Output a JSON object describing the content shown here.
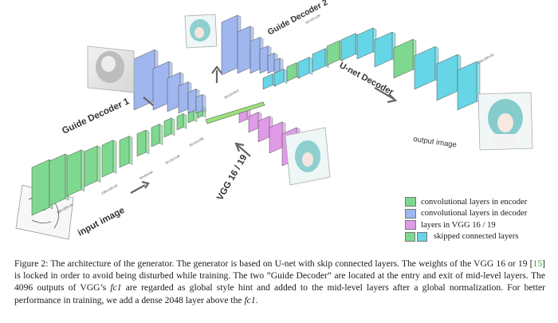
{
  "figure": {
    "labels": {
      "guide_decoder_1": "Guide Decoder 1",
      "guide_decoder_2": "Guide Decoder 2",
      "unet_decoder": "U-net Decoder",
      "vgg": "VGG 16 / 19",
      "input_image": "input image",
      "output_image": "output image"
    },
    "colors": {
      "encoder": "#7fd88f",
      "decoder": "#9fb7ee",
      "vgg": "#e09be8",
      "skip": "#66d6e6",
      "fc_bar": "#9be07a"
    }
  },
  "legend": [
    {
      "label": "convolutional layers in encoder",
      "colors": [
        "#7fd88f"
      ]
    },
    {
      "label": "convolutional layers in decoder",
      "colors": [
        "#9fb7ee"
      ]
    },
    {
      "label": "layers in VGG 16 / 19",
      "colors": [
        "#e09be8"
      ]
    },
    {
      "label": "skipped connected layers",
      "colors": [
        "#7fd88f",
        "#66d6e6"
      ]
    }
  ],
  "caption": {
    "p1": "Figure 2: The architecture of the generator. The generator is based on U-net with skip connected layers. The weights of the VGG 16 or 19 [",
    "cite": "15",
    "p2": "] is locked in order to avoid being disturbed while training. The two ”Guide Decoder” are located at the entry and exit of mid-level layers. The 4096 outputs of VGG’s ",
    "fc1": "fc1",
    "p3": " are regarded as global style hint and added to the mid-level layers after a global normalization. For better performance in training, we add a dense 2048 layer above the ",
    "fc1b": "fc1",
    "p4": "."
  }
}
